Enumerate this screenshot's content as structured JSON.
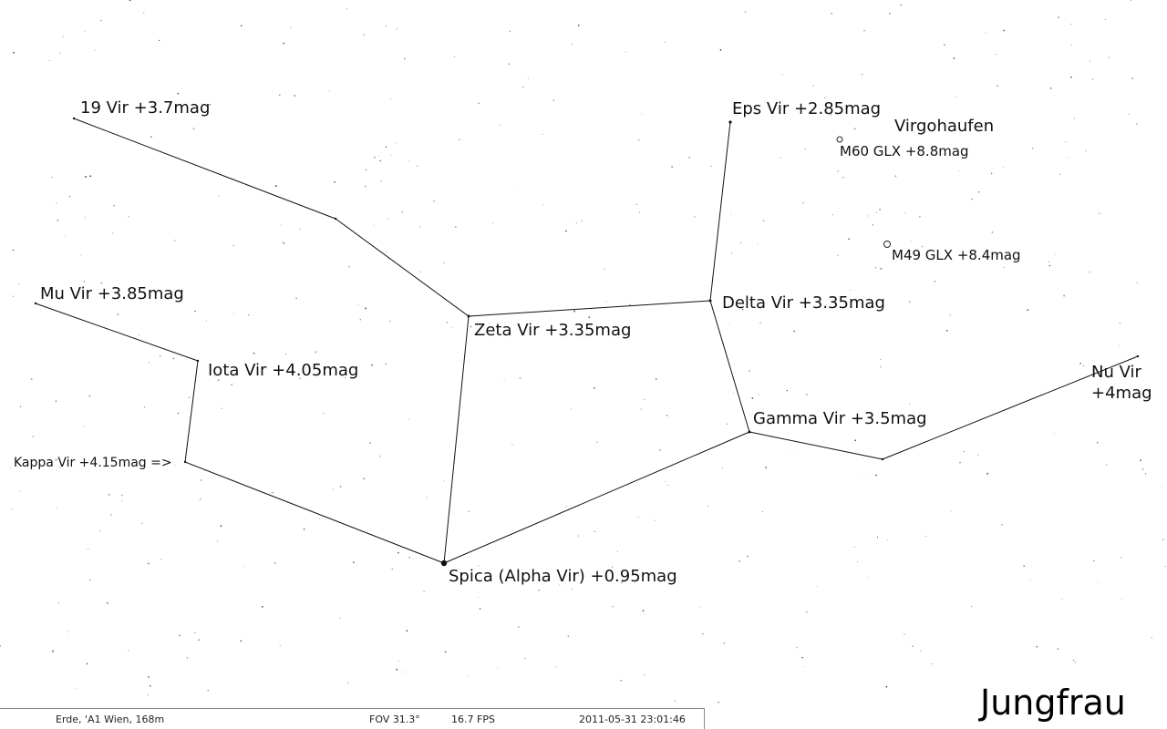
{
  "constellation_title": "Jungfrau",
  "colors": {
    "background": "#ffffff",
    "lines": "#111111",
    "text": "#111111"
  },
  "labels": {
    "vir19": "19 Vir +3.7mag",
    "eps": "Eps Vir +2.85mag",
    "virgohaufen": "Virgohaufen",
    "m60": "M60 GLX +8.8mag",
    "m49": "M49 GLX +8.4mag",
    "mu": "Mu Vir +3.85mag",
    "zeta": "Zeta Vir +3.35mag",
    "delta": "Delta Vir +3.35mag",
    "iota": "Iota Vir +4.05mag",
    "nu_line1": "Nu Vir",
    "nu_line2": "+4mag",
    "gamma": "Gamma Vir +3.5mag",
    "kappa": "Kappa Vir +4.15mag =>",
    "spica": "Spica (Alpha Vir) +0.95mag"
  },
  "status": {
    "location": "Erde, 'A1 Wien, 168m",
    "fov": "FOV 31.3°",
    "fps": "16.7 FPS",
    "datetime": "2011-05-31   23:01:46"
  }
}
